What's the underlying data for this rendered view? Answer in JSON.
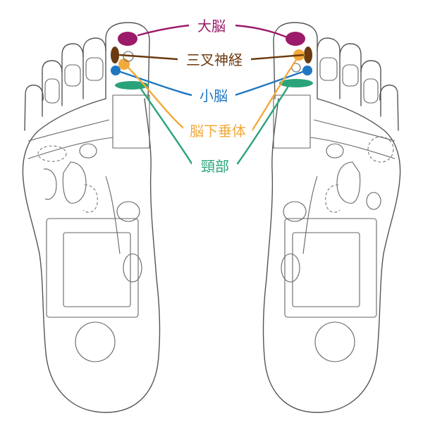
{
  "labels": {
    "cerebrum": "大脳",
    "trigeminal": "三叉神経",
    "cerebellum": "小脳",
    "pituitary": "脳下垂体",
    "neck": "頸部"
  },
  "colors": {
    "cerebrum": "#9c1a6a",
    "trigeminal": "#6b3a10",
    "cerebellum": "#1f77c0",
    "pituitary": "#f2a93b",
    "neck": "#2aa37a",
    "outline": "#555555"
  }
}
